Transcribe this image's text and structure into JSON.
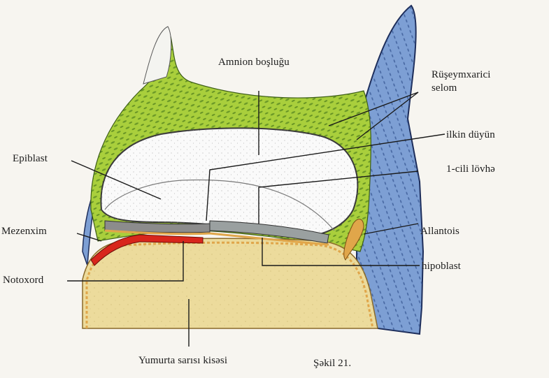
{
  "labels": {
    "amnion_cavity": "Amnion boşluğu",
    "extraembryonic_coelom_line1": "Rüşeymxarici",
    "extraembryonic_coelom_line2": "selom",
    "primitive_node": "ilkin düyün",
    "prechordal_plate": "1-cili lövhə",
    "epiblast": "Epiblast",
    "mesenchyme": "Mezenxim",
    "allantois": "Allantois",
    "notochord": "Notoxord",
    "hypoblast": "hipoblast",
    "yolk_sac": "Yumurta sarısı kisəsi",
    "figure_caption": "Şəkil 21."
  },
  "colors": {
    "mesoderm_green": "#a9cf3c",
    "cell_dark_green": "#4e7f1e",
    "trophoblast_blue": "#7d9fd4",
    "yolk_yellow": "#ecdb9c",
    "amnion_white": "#fafafa",
    "notochord_red": "#d8261c",
    "hypoblast_orange": "#e0a64a",
    "leader_line": "#1a1a1a"
  }
}
